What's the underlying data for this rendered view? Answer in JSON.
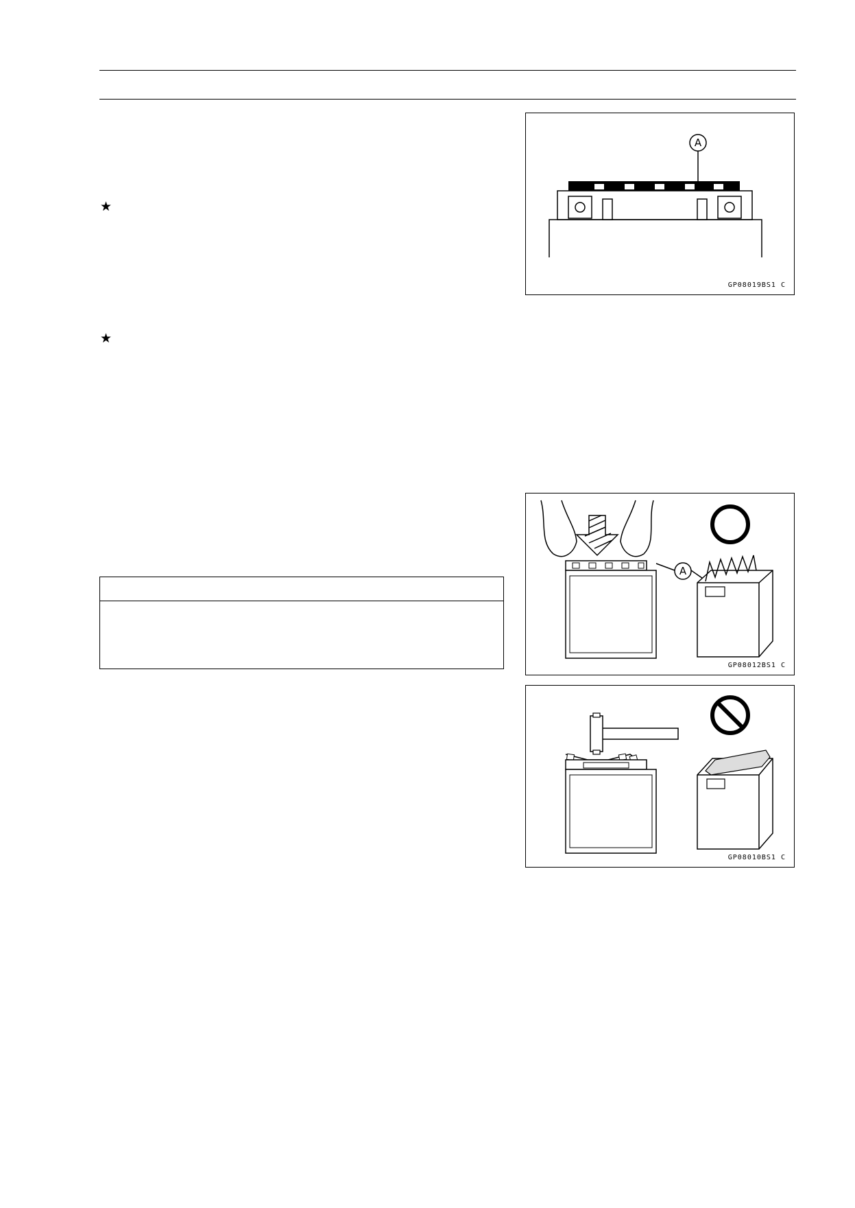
{
  "page": {
    "bullets": [
      "★",
      "★"
    ]
  },
  "figures": [
    {
      "callout": "A",
      "code": "GP08019BS1 C",
      "illustration": "battery-seal-strip-flat-diagram"
    },
    {
      "callout": "A",
      "code": "GP08012BS1 C",
      "illustration": "press-seal-strip-by-hand",
      "symbol": "correct-circle-icon"
    },
    {
      "code": "GP08010BS1 C",
      "illustration": "hammer-on-seal-strip",
      "symbol": "prohibited-circle-icon"
    }
  ]
}
